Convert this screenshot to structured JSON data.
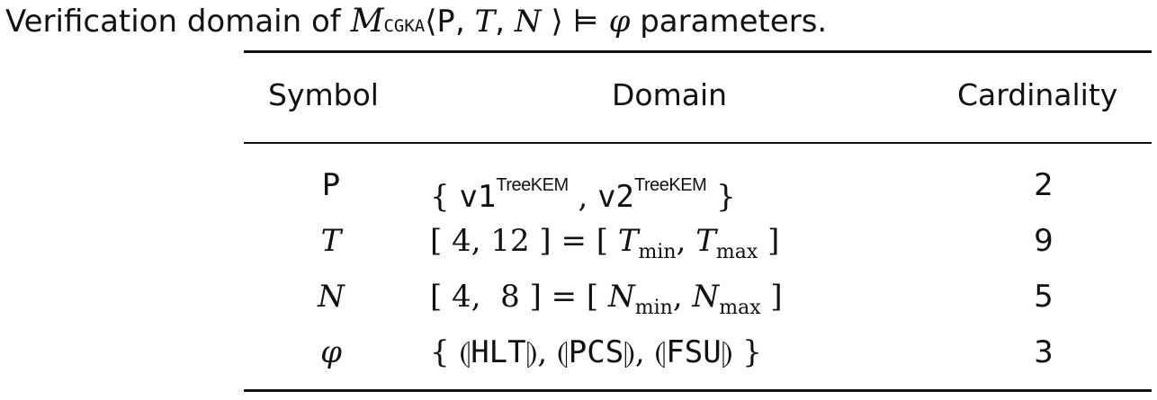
{
  "caption": {
    "prefix": "Verification domain of ",
    "model_symbol": "M",
    "model_subscript": "CGKA",
    "lang": "⟨",
    "arg_p": "P",
    "arg_t": "T",
    "arg_n": "N",
    "rang": "⟩",
    "models": "⊨",
    "phi": "φ",
    "suffix": " parameters."
  },
  "table": {
    "headers": [
      "Symbol",
      "Domain",
      "Cardinality"
    ],
    "rows": [
      {
        "symbol": "P",
        "domain": {
          "open": "{",
          "a": "v1",
          "a_sup": "TreeKEM",
          "sep": ",",
          "b": "v2",
          "b_sup": "TreeKEM",
          "close": "}"
        },
        "cardinality": "2"
      },
      {
        "symbol": "T",
        "domain": {
          "interval": "[ 4, 12 ] = [",
          "min_sym": "T",
          "min_sub": "min",
          "comma": ",",
          "max_sym": "T",
          "max_sub": "max",
          "close": "]"
        },
        "cardinality": "9"
      },
      {
        "symbol": "N",
        "domain": {
          "interval": "[ 4,  8 ] = [",
          "min_sym": "N",
          "min_sub": "min",
          "comma": ",",
          "max_sym": "N",
          "max_sub": "max",
          "close": "]"
        },
        "cardinality": "5"
      },
      {
        "symbol": "φ",
        "domain": {
          "open": "{",
          "p1": "HLT",
          "p2": "PCS",
          "p3": "FSU",
          "close": "}"
        },
        "cardinality": "3"
      }
    ]
  }
}
